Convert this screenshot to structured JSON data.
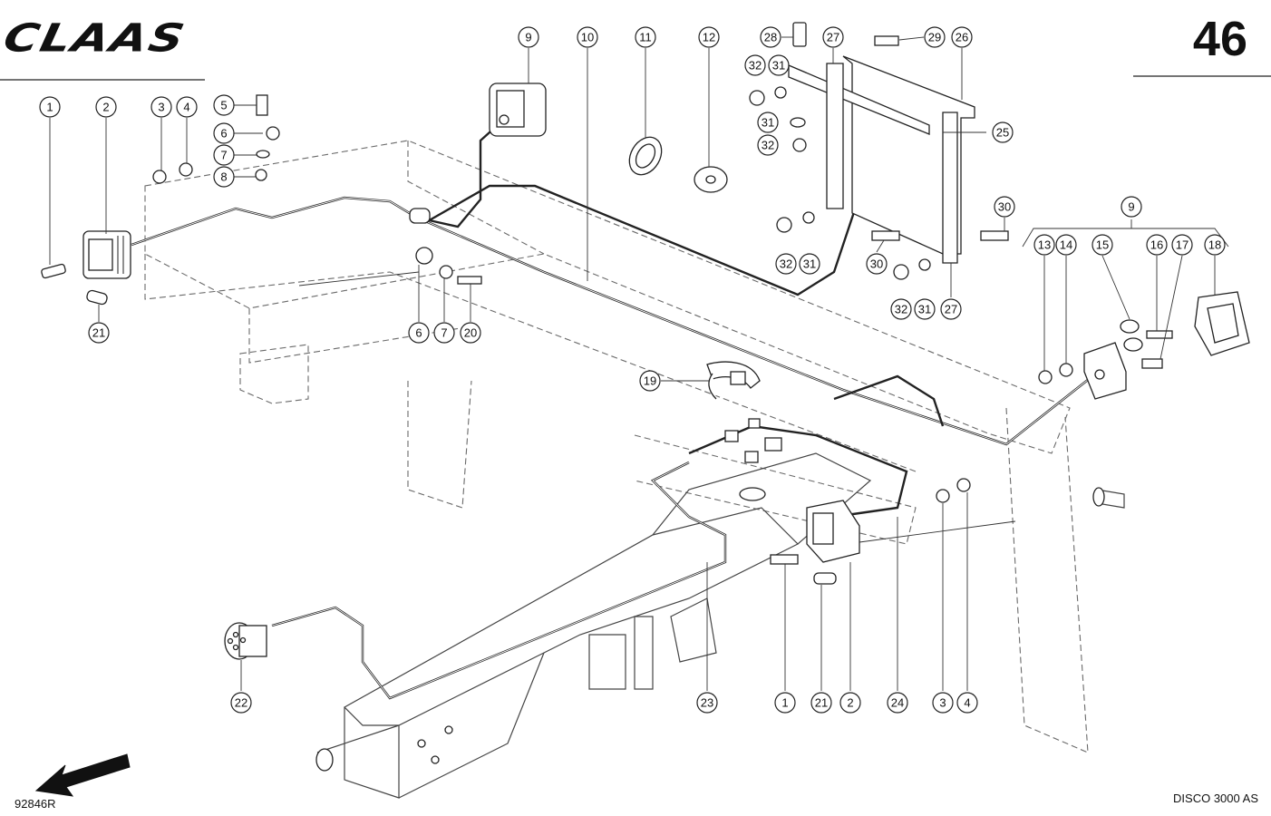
{
  "header": {
    "brand_logo": "CLAAS",
    "page_number": "46"
  },
  "footer": {
    "drawing_number": "92846R",
    "model": "DISCO 3000 AS"
  },
  "icons": {
    "direction_arrow": "arrow-down-left-icon"
  },
  "callouts": [
    {
      "id": "c1a",
      "label": "1"
    },
    {
      "id": "c2a",
      "label": "2"
    },
    {
      "id": "c3a",
      "label": "3"
    },
    {
      "id": "c4a",
      "label": "4"
    },
    {
      "id": "c5",
      "label": "5"
    },
    {
      "id": "c6a",
      "label": "6"
    },
    {
      "id": "c7a",
      "label": "7"
    },
    {
      "id": "c8",
      "label": "8"
    },
    {
      "id": "c21a",
      "label": "21"
    },
    {
      "id": "c6b",
      "label": "6"
    },
    {
      "id": "c7b",
      "label": "7"
    },
    {
      "id": "c20",
      "label": "20"
    },
    {
      "id": "c9a",
      "label": "9"
    },
    {
      "id": "c10",
      "label": "10"
    },
    {
      "id": "c11",
      "label": "11"
    },
    {
      "id": "c12",
      "label": "12"
    },
    {
      "id": "c28",
      "label": "28"
    },
    {
      "id": "c27a",
      "label": "27"
    },
    {
      "id": "c29",
      "label": "29"
    },
    {
      "id": "c26",
      "label": "26"
    },
    {
      "id": "c32a",
      "label": "32"
    },
    {
      "id": "c31a",
      "label": "31"
    },
    {
      "id": "c31b",
      "label": "31"
    },
    {
      "id": "c32b",
      "label": "32"
    },
    {
      "id": "c25",
      "label": "25"
    },
    {
      "id": "c30a",
      "label": "30"
    },
    {
      "id": "c32c",
      "label": "32"
    },
    {
      "id": "c31c",
      "label": "31"
    },
    {
      "id": "c30b",
      "label": "30"
    },
    {
      "id": "c32d",
      "label": "32"
    },
    {
      "id": "c31d",
      "label": "31"
    },
    {
      "id": "c27b",
      "label": "27"
    },
    {
      "id": "c9b",
      "label": "9"
    },
    {
      "id": "c13",
      "label": "13"
    },
    {
      "id": "c14",
      "label": "14"
    },
    {
      "id": "c15",
      "label": "15"
    },
    {
      "id": "c16",
      "label": "16"
    },
    {
      "id": "c17",
      "label": "17"
    },
    {
      "id": "c18",
      "label": "18"
    },
    {
      "id": "c19",
      "label": "19"
    },
    {
      "id": "c22",
      "label": "22"
    },
    {
      "id": "c23",
      "label": "23"
    },
    {
      "id": "c1b",
      "label": "1"
    },
    {
      "id": "c21b",
      "label": "21"
    },
    {
      "id": "c2b",
      "label": "2"
    },
    {
      "id": "c24",
      "label": "24"
    },
    {
      "id": "c3b",
      "label": "3"
    },
    {
      "id": "c4b",
      "label": "4"
    }
  ]
}
